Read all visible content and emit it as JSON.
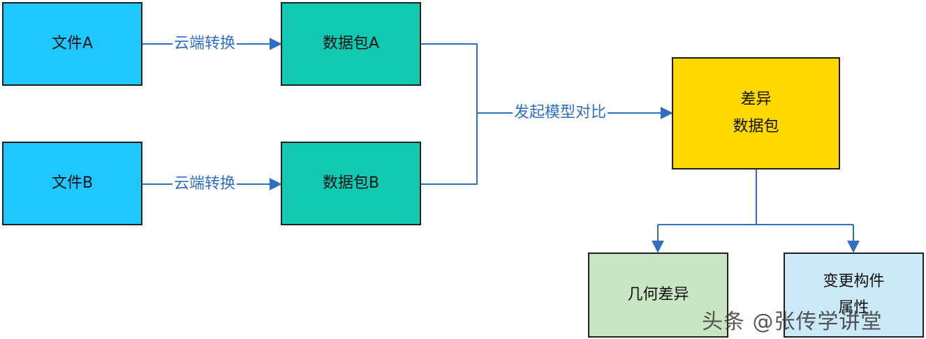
{
  "nodes": {
    "file_a": "文件A",
    "file_b": "文件B",
    "package_a": "数据包A",
    "package_b": "数据包B",
    "diff_package_line1": "差异",
    "diff_package_line2": "数据包",
    "geometry_diff": "几何差异",
    "changed_parts_line1": "变更构件",
    "changed_parts_line2": "属性"
  },
  "edges": {
    "cloud_convert_a": "云端转换",
    "cloud_convert_b": "云端转换",
    "start_compare": "发起模型对比"
  },
  "watermark": "头条 @张传学讲堂",
  "colors": {
    "file_fill": "#1ec8ff",
    "package_fill": "#12c9b4",
    "diff_fill": "#ffd800",
    "geometry_fill": "#c9e6c2",
    "changed_fill": "#cbe9f6",
    "connector": "#2e6fc0"
  }
}
